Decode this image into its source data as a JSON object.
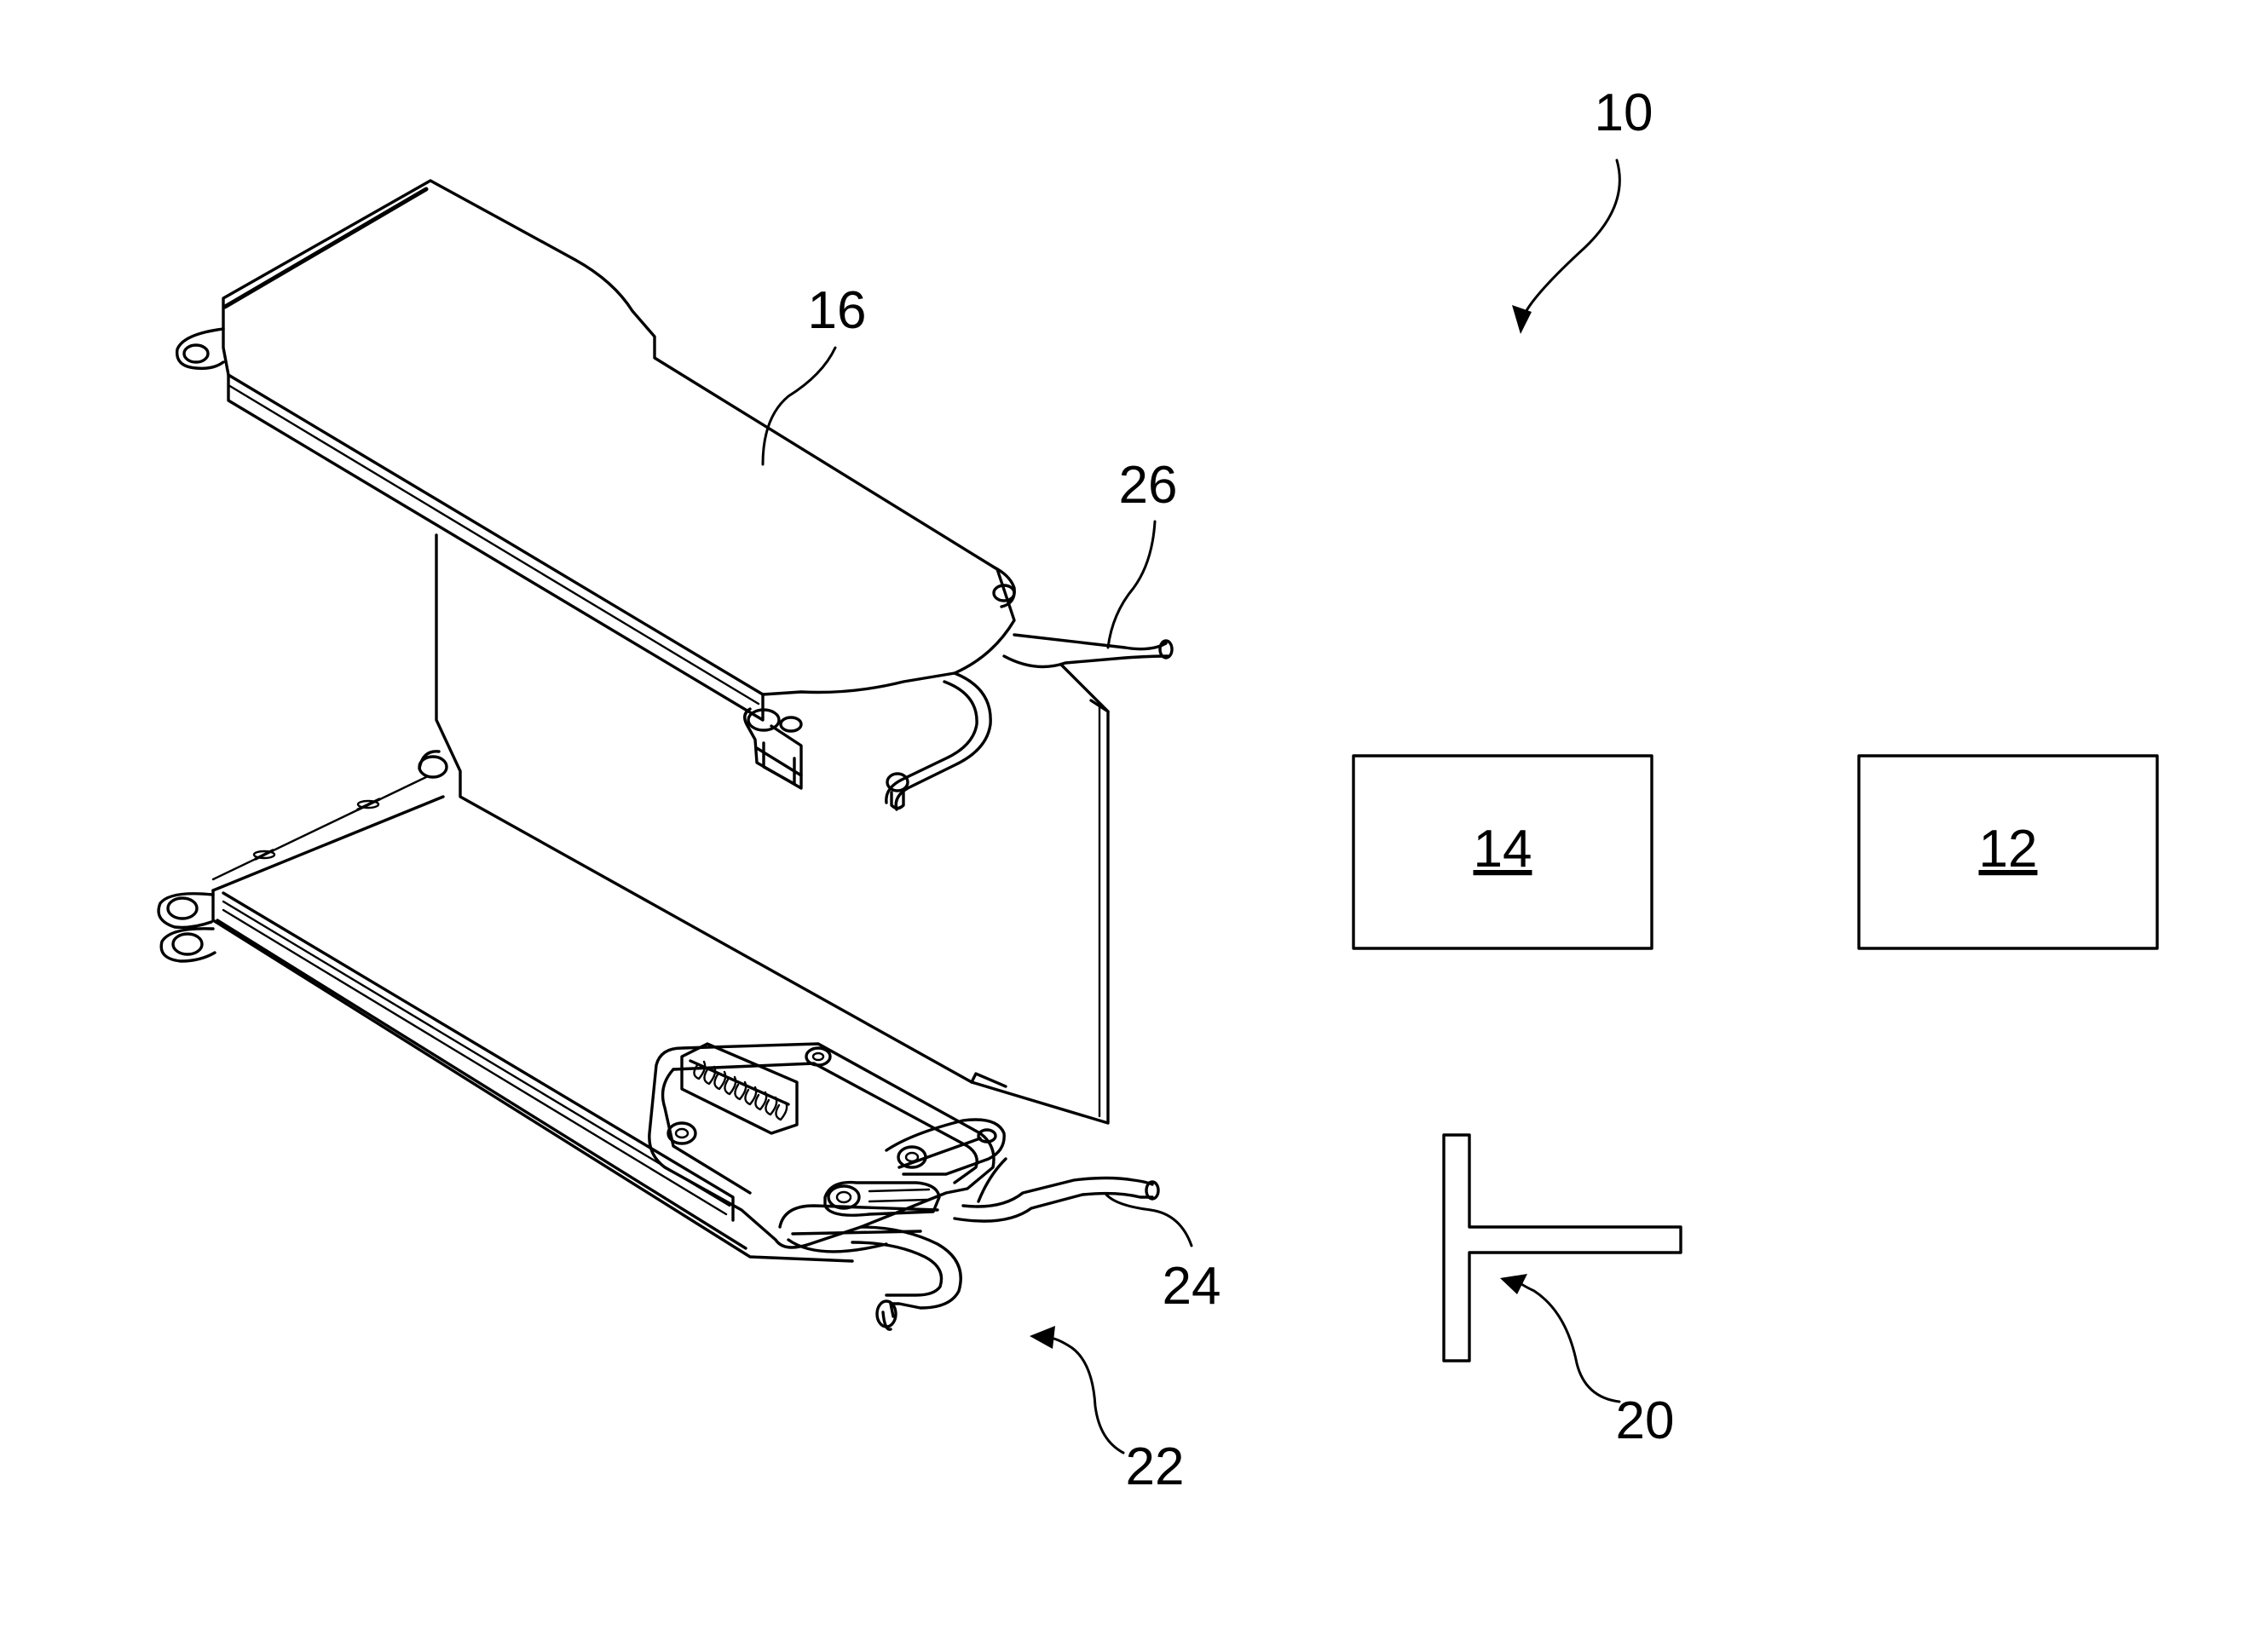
{
  "figure": {
    "refs": {
      "r10": "10",
      "r16": "16",
      "r26": "26",
      "r14": "14",
      "r12": "12",
      "r24": "24",
      "r20": "20",
      "r22": "22"
    },
    "colors": {
      "line": "#000000",
      "background": "#ffffff"
    }
  }
}
